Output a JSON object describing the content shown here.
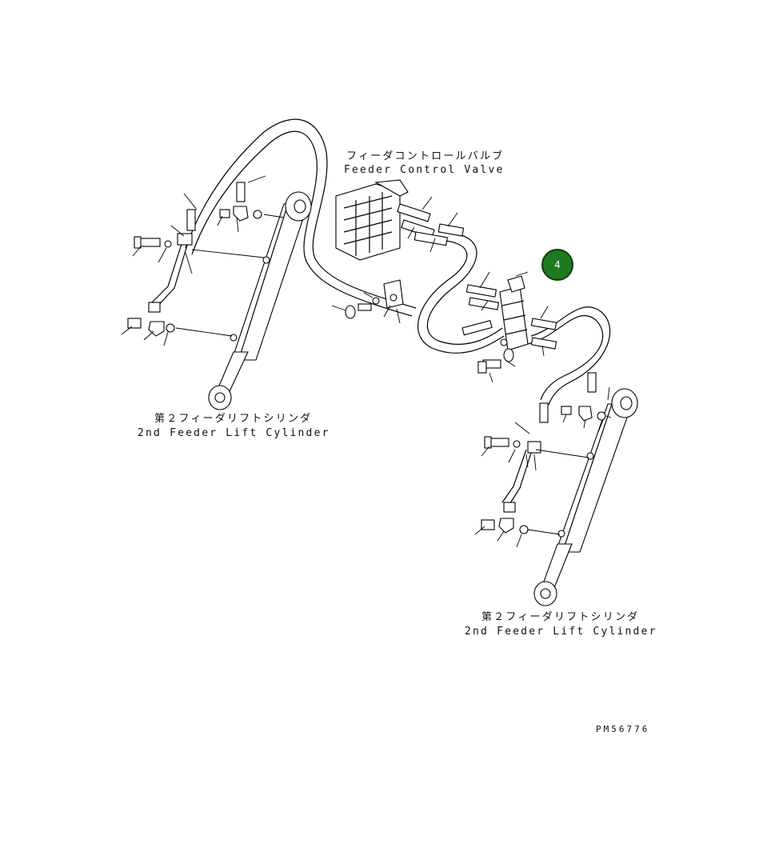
{
  "labels": {
    "valve_jp": "フィーダコントロールバルブ",
    "valve_en": "Feeder Control Valve",
    "cyl_left_jp": "第２フィーダリフトシリンダ",
    "cyl_left_en": "2nd Feeder Lift Cylinder",
    "cyl_right_jp": "第２フィーダリフトシリンダ",
    "cyl_right_en": "2nd Feeder Lift Cylinder",
    "drawing_no": "PM56776"
  },
  "callout": {
    "number": "4",
    "color": "#1f7a1f"
  }
}
